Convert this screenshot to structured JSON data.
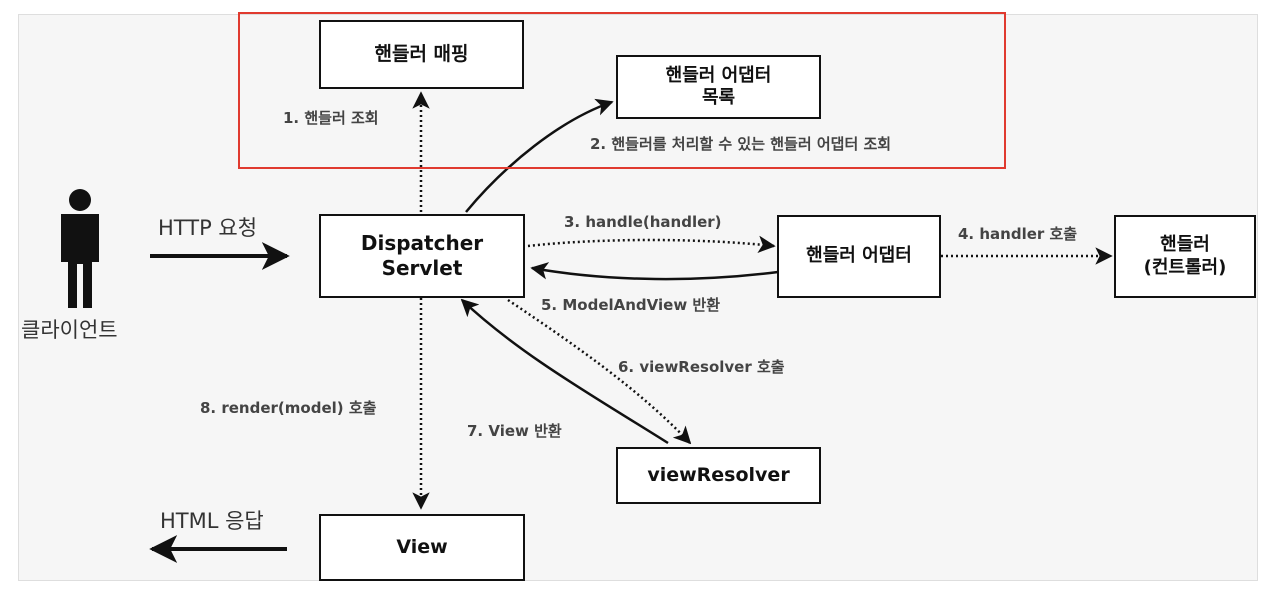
{
  "boxes": {
    "handler_mapping": "핸들러 매핑",
    "handler_adapter_list": [
      "핸들러 어댑터",
      "목록"
    ],
    "dispatcher_servlet": [
      "Dispatcher",
      "Servlet"
    ],
    "handler_adapter": "핸들러 어댑터",
    "handler": [
      "핸들러",
      "(컨트롤러)"
    ],
    "view_resolver": "viewResolver",
    "view": "View"
  },
  "client": {
    "label": "클라이언트",
    "request_label": "HTTP 요청",
    "response_label": "HTML 응답"
  },
  "steps": {
    "step1": "1. 핸들러 조회",
    "step2": "2. 핸들러를 처리할 수 있는 핸들러 어댑터 조회",
    "step3": "3. handle(handler)",
    "step4": "4. handler 호출",
    "step5": "5. ModelAndView 반환",
    "step6": "6. viewResolver 호출",
    "step7": "7. View 반환",
    "step8": "8. render(model) 호출"
  },
  "colors": {
    "highlight": "#e03a2f",
    "line": "#111111",
    "label": "#444444"
  },
  "icons": {
    "client": "person-icon"
  }
}
